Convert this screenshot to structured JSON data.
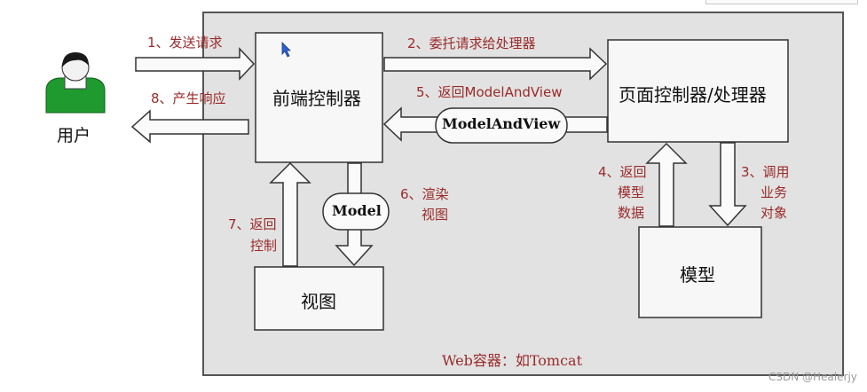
{
  "container": {
    "label": "Web容器：如Tomcat"
  },
  "user": {
    "label": "用户"
  },
  "boxes": {
    "front_controller": "前端控制器",
    "page_controller": "页面控制器/处理器",
    "view": "视图",
    "model": "模型"
  },
  "pills": {
    "model_and_view": "ModelAndView",
    "model": "Model"
  },
  "steps": {
    "s1": "1、发送请求",
    "s2": "2、委托请求给处理器",
    "s3_line1": "3、调用",
    "s3_line2": "业务",
    "s3_line3": "对象",
    "s4_line1": "4、返回",
    "s4_line2": "模型",
    "s4_line3": "数据",
    "s5": "5、返回ModelAndView",
    "s6_line1": "6、渲染",
    "s6_line2": "视图",
    "s7_line1": "7、返回",
    "s7_line2": "控制",
    "s8": "8、产生响应"
  },
  "watermark": "CSDN @Healerjy",
  "colors": {
    "container_bg": "#e2e2e2",
    "box_bg": "#f7f7f7",
    "label_red": "#9a2a2a",
    "user_green": "#1f9a2e"
  }
}
